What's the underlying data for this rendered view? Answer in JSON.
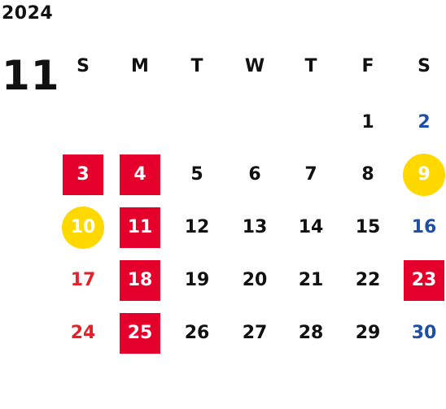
{
  "calendar": {
    "year": "2024",
    "month": "11",
    "colors": {
      "sunday": "#e3222c",
      "saturday": "#1f4fa4",
      "weekday": "#111111",
      "highlight_red": "#e4002b",
      "highlight_yellow": "#ffd800"
    },
    "weekdays": [
      "S",
      "M",
      "T",
      "W",
      "T",
      "F",
      "S"
    ],
    "weeks": [
      [
        "",
        "",
        "",
        "",
        "",
        "1",
        "2"
      ],
      [
        "3",
        "4",
        "5",
        "6",
        "7",
        "8",
        "9"
      ],
      [
        "10",
        "11",
        "12",
        "13",
        "14",
        "15",
        "16"
      ],
      [
        "17",
        "18",
        "19",
        "20",
        "21",
        "22",
        "23"
      ],
      [
        "24",
        "25",
        "26",
        "27",
        "28",
        "29",
        "30"
      ]
    ],
    "highlight_red": [
      "3",
      "4",
      "11",
      "18",
      "23",
      "25"
    ],
    "highlight_yellow": [
      "9",
      "10"
    ]
  }
}
